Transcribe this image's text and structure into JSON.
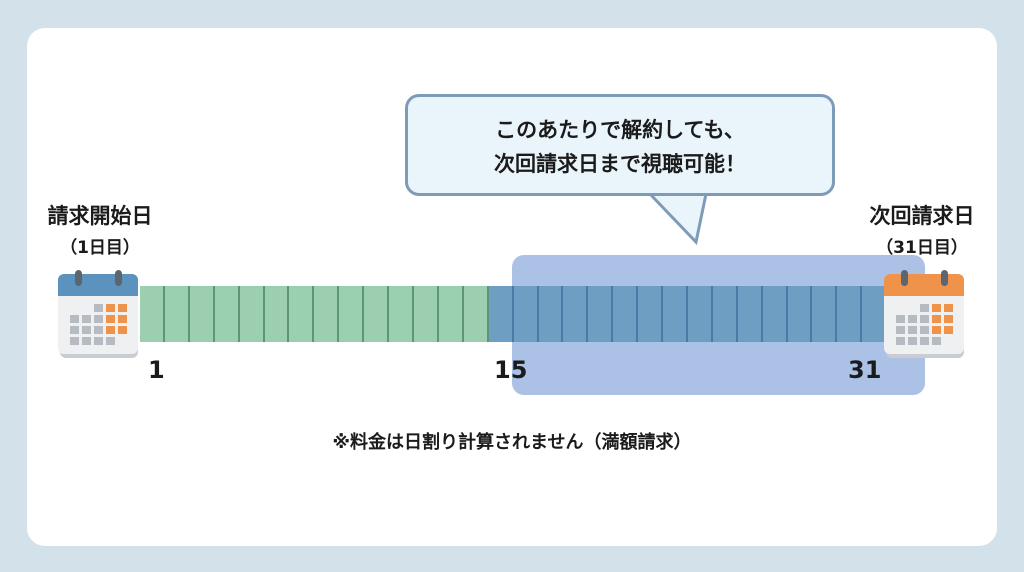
{
  "start": {
    "title": "請求開始日",
    "sub": "（1日目）",
    "calendar_color": "#5b93be"
  },
  "next": {
    "title": "次回請求日",
    "sub": "（31日目）",
    "calendar_color": "#f0934a"
  },
  "timeline": {
    "days": 30,
    "highlight_from_day": 15,
    "markers": [
      "1",
      "15",
      "31"
    ],
    "green": "#9ccfb0",
    "blue_highlight": "#8eabdd"
  },
  "bubble": {
    "line1": "このあたりで解約しても、",
    "line2": "次回請求日まで視聴可能！"
  },
  "note": "※料金は日割り計算されません（満額請求）"
}
